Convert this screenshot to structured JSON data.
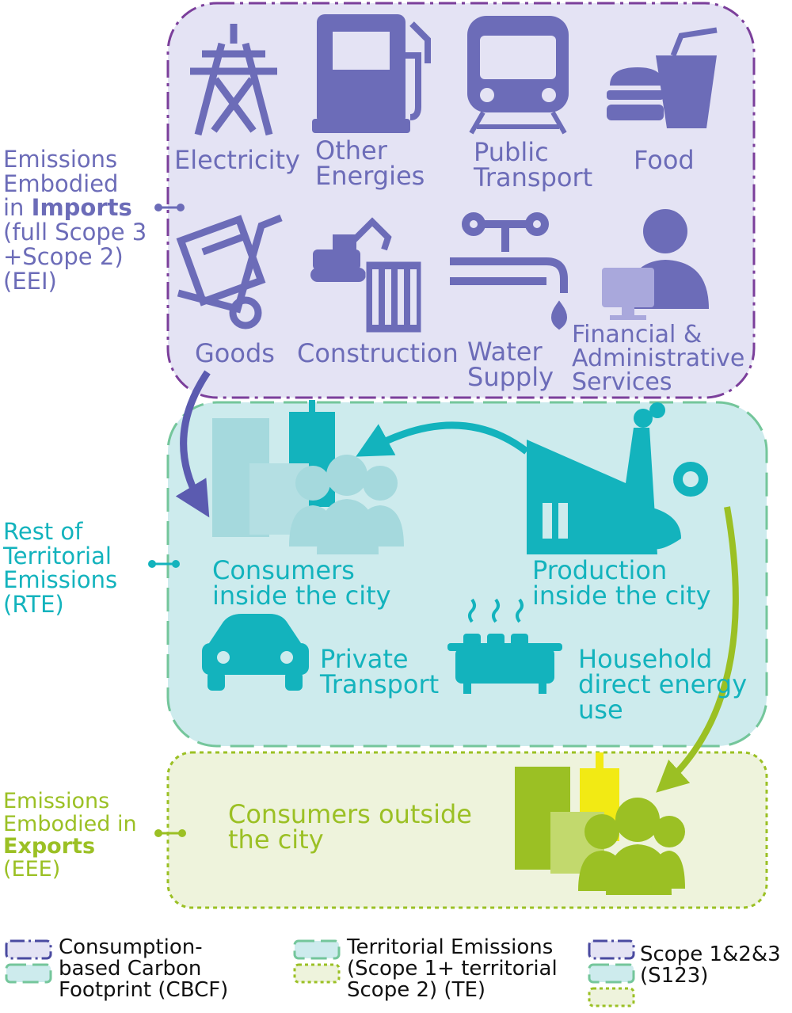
{
  "side_labels": {
    "imports": {
      "pre": "Emissions\nEmbodied\nin ",
      "bold": "Imports",
      "post": "\n(full Scope 3\n+Scope 2)\n(EEI)"
    },
    "territorial": "Rest of\nTerritorial\nEmissions\n(RTE)",
    "exports": {
      "pre": "Emissions\nEmbodied in\n",
      "bold": "Exports",
      "post": "\n(EEE)"
    }
  },
  "imports_box": {
    "items": [
      {
        "label": "Electricity",
        "icon": "pylon-icon"
      },
      {
        "label": "Other\nEnergies",
        "icon": "fuel-pump-icon"
      },
      {
        "label": "Public\nTransport",
        "icon": "train-icon"
      },
      {
        "label": "Food",
        "icon": "fast-food-icon"
      },
      {
        "label": "Goods",
        "icon": "hand-truck-icon"
      },
      {
        "label": "Construction",
        "icon": "excavator-building-icon"
      },
      {
        "label": "Water\nSupply",
        "icon": "water-tap-icon"
      },
      {
        "label": "Financial &\nAdministrative\nServices",
        "icon": "office-worker-icon"
      }
    ]
  },
  "territorial_box": {
    "consumers": "Consumers\ninside the city",
    "production": "Production\ninside the city",
    "private_transport": "Private\nTransport",
    "household": "Household\ndirect energy\nuse"
  },
  "exports_box": {
    "consumers": "Consumers outside\nthe city"
  },
  "legend": [
    {
      "label": "Consumption-\nbased Carbon\nFootprint (CBCF)"
    },
    {
      "label": "Territorial Emissions\n(Scope 1+ territorial\nScope 2) (TE)"
    },
    {
      "label": "Scope 1&2&3\n(S123)"
    }
  ],
  "colors": {
    "imports": "#6c6cb8",
    "imports_fill": "#e4e3f4",
    "imports_border": "#7b3f9b",
    "territorial": "#13b3bd",
    "territorial_fill": "#cdebed",
    "territorial_border": "#74c69b",
    "exports": "#9bc024",
    "exports_fill": "#eef3dc"
  }
}
